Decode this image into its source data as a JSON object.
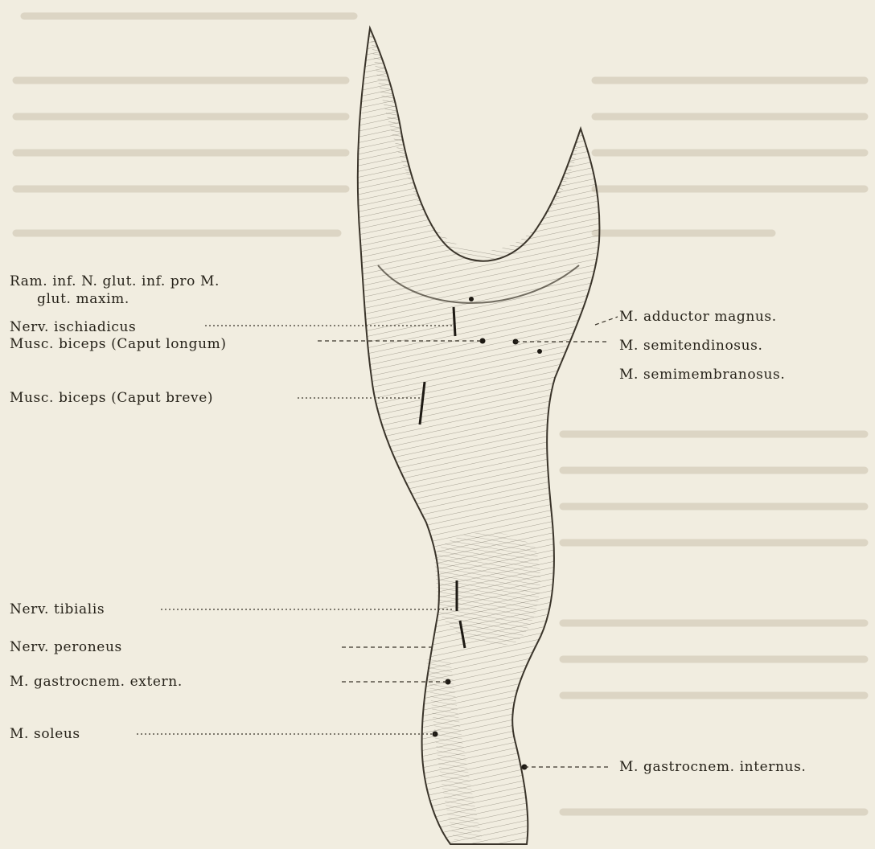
{
  "labels_left": [
    "Ram. inf. N. glut. inf. pro M.",
    "glut. maxim.",
    "Nerv. ischiadicus",
    "Musc. biceps (Caput longum)",
    "Musc. biceps (Caput breve)",
    "Nerv. tibialis",
    "Nerv. peroneus",
    "M. gastrocnem. extern.",
    "M. soleus"
  ],
  "labels_right": [
    "M. adductor magnus.",
    "M. semitendinosus.",
    "M. semimembranosus.",
    "M. gastrocnem. internus."
  ]
}
